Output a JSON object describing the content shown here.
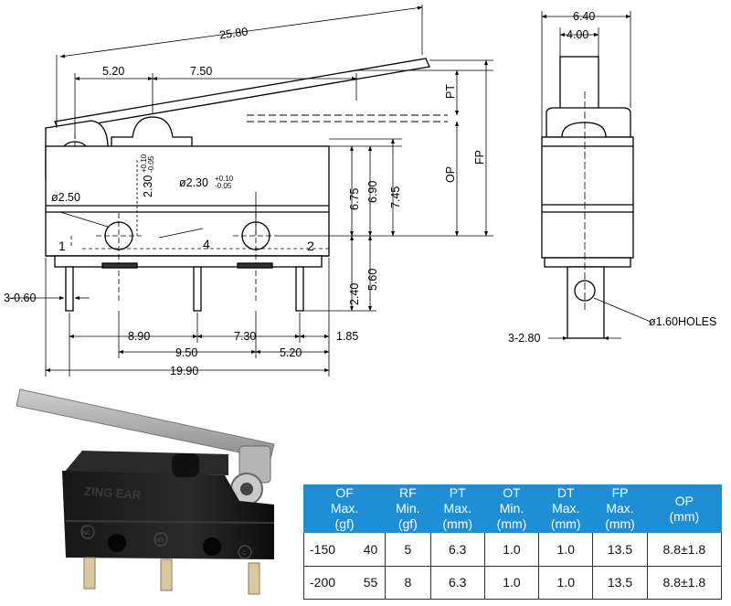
{
  "side_view": {
    "lever_length": "25.80",
    "dim_5_20_top": "5.20",
    "dim_7_50": "7.50",
    "pt": "PT",
    "op": "OP",
    "fp": "FP",
    "hole_left_tol": "2.30",
    "hole_right_tol": "ø2.30",
    "tol_upper": "+0.10",
    "tol_lower": "-0.05",
    "hole_dia": "ø2.50",
    "h_6_75": "6.75",
    "h_6_90": "6.90",
    "h_7_45": "7.45",
    "h_2_40": "2.40",
    "h_5_60": "5.60",
    "terminal_1": "1",
    "terminal_4": "4",
    "terminal_2": "2",
    "pin_width": "3-0.60",
    "dim_8_90": "8.90",
    "dim_7_30": "7.30",
    "dim_1_85": "1.85",
    "dim_9_50": "9.50",
    "dim_5_20_bottom": "5.20",
    "dim_19_90": "19.90"
  },
  "front_view": {
    "width_6_40": "6.40",
    "width_4_00": "4.00",
    "holes": "ø1.60HOLES",
    "pin_width": "3-2.80"
  },
  "photo": {
    "brand": "ZING EAR",
    "marks": [
      "NC",
      "NO",
      "C"
    ]
  },
  "spec_table": {
    "headers": [
      [
        "OF",
        "Max.",
        "(gf)"
      ],
      [
        "RF",
        "Min.",
        "(gf)"
      ],
      [
        "PT",
        "Max.",
        "(mm)"
      ],
      [
        "OT",
        "Min.",
        "(mm)"
      ],
      [
        "DT",
        "Max.",
        "(mm)"
      ],
      [
        "FP",
        "Max.",
        "(mm)"
      ],
      [
        "OP",
        "(mm)"
      ]
    ],
    "rows": [
      {
        "model": "-150",
        "of": "40",
        "rf": "5",
        "pt": "6.3",
        "ot": "1.0",
        "dt": "1.0",
        "fp": "13.5",
        "op": "8.8±1.8"
      },
      {
        "model": "-200",
        "of": "55",
        "rf": "8",
        "pt": "6.3",
        "ot": "1.0",
        "dt": "1.0",
        "fp": "13.5",
        "op": "8.8±1.8"
      }
    ],
    "header_color": "#1e8fd6"
  }
}
